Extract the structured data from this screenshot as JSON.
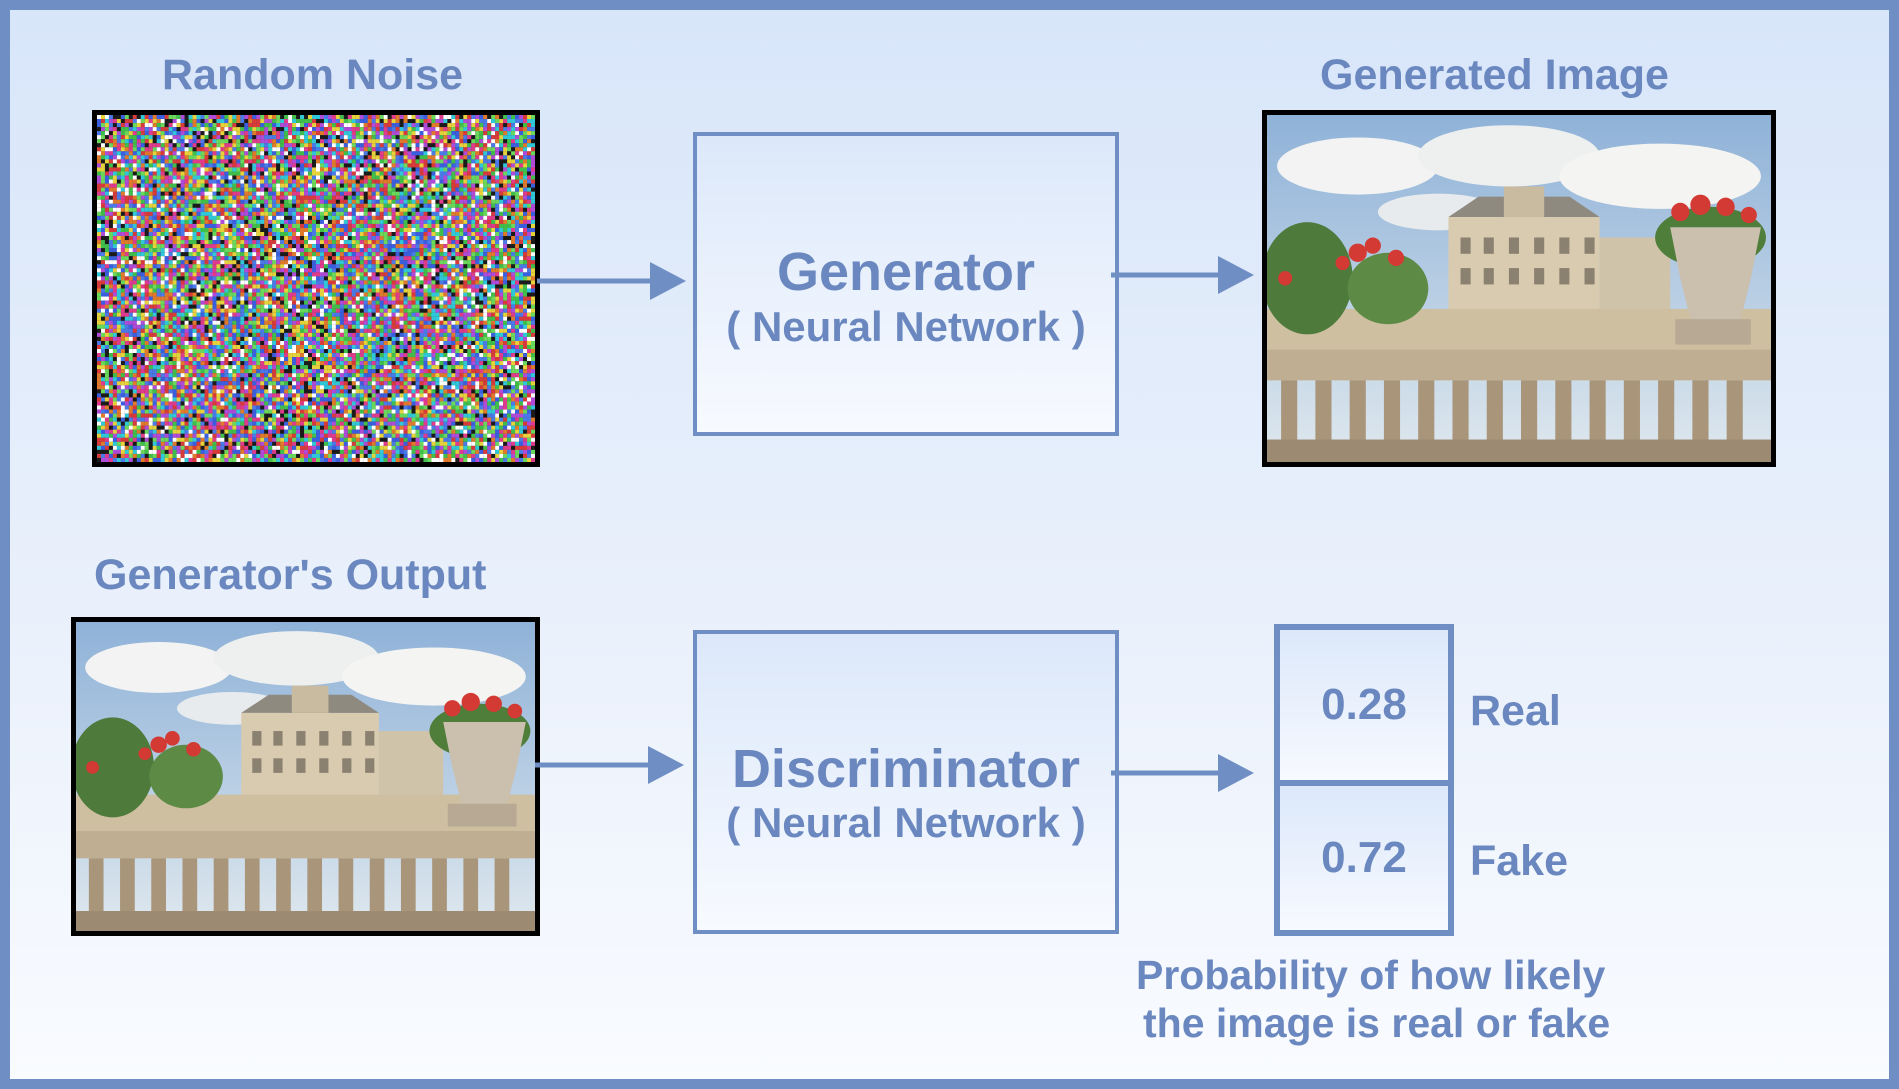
{
  "colors": {
    "accent": "#6a88bf",
    "border": "#6f8fc4",
    "image_frame": "#000000"
  },
  "top_row": {
    "input_title": "Random Noise",
    "model_title": "Generator",
    "model_subtitle": "( Neural Network )",
    "output_title": "Generated Image"
  },
  "bottom_row": {
    "input_title": "Generator's Output",
    "model_title": "Discriminator",
    "model_subtitle": "( Neural Network )",
    "outputs": [
      {
        "value": "0.28",
        "label": "Real"
      },
      {
        "value": "0.72",
        "label": "Fake"
      }
    ],
    "caption_line1": "Probability of how likely",
    "caption_line2": "the image is real or fake"
  }
}
